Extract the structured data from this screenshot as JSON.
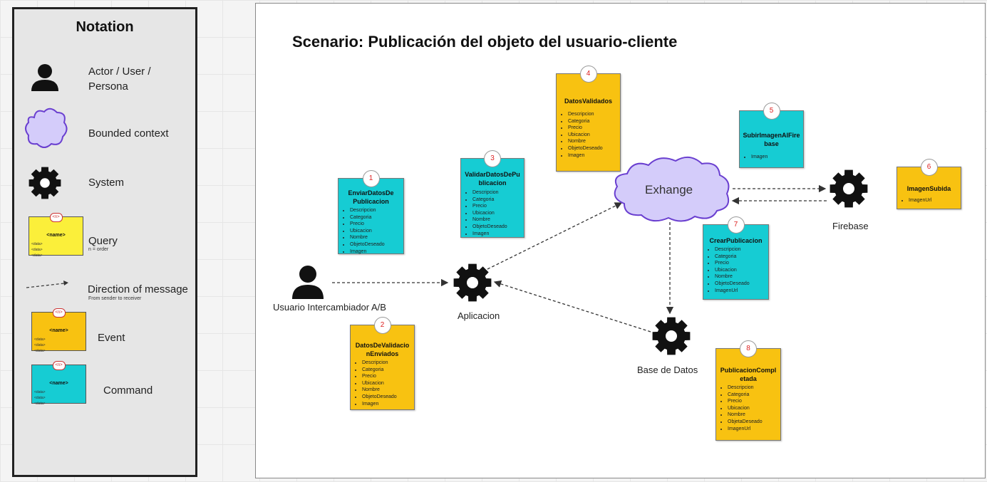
{
  "notation": {
    "title": "Notation",
    "actor_label": "Actor / User /\nPersona",
    "bounded_label": "Bounded context",
    "system_label": "System",
    "query_label": "Query",
    "query_sub": "n = order",
    "direction_label": "Direction of message",
    "direction_sub": "From sender to receiver",
    "event_label": "Event",
    "command_label": "Command",
    "mini_n": "<n>",
    "mini_name": "<name>",
    "mini_data": "<data>",
    "colors": {
      "query": "#fbef3a",
      "event": "#f8c211",
      "command": "#16ccd3",
      "cloud": "#d4ccfa"
    }
  },
  "scenario": {
    "title": "Scenario: Publicación del objeto del usuario-cliente",
    "actor_label": "Usuario Intercambiador A/B",
    "aplicacion_label": "Aplicacion",
    "exhange_label": "Exhange",
    "firebase_label": "Firebase",
    "basedatos_label": "Base de Datos",
    "stickies": [
      {
        "n": "1",
        "name": "EnviarDatosDe\nPublicacion",
        "kind": "command",
        "items": [
          "Descripcion",
          "Categoria",
          "Precio",
          "Ubicacion",
          "Nombre",
          "ObjetoDeseado",
          "Imagen"
        ]
      },
      {
        "n": "2",
        "name": "DatosDeValidacio\nnEnviados",
        "kind": "event",
        "items": [
          "Descripcion",
          "Categoria",
          "Precio",
          "Ubicacion",
          "Nombre",
          "ObjetoDeseado",
          "Imagen"
        ]
      },
      {
        "n": "3",
        "name": "ValidarDatosDePu\nblicacion",
        "kind": "command",
        "items": [
          "Descripcion",
          "Categoria",
          "Precio",
          "Ubicacion",
          "Nombre",
          "ObjetoDeseado",
          "Imagen"
        ]
      },
      {
        "n": "4",
        "name": "DatosValidados",
        "kind": "event",
        "items": [
          "Descripcion",
          "Categoria",
          "Precio",
          "Ubicacion",
          "Nombre",
          "ObjetoDeseado",
          "Imagen"
        ]
      },
      {
        "n": "5",
        "name": "SubirImagenAlFire\nbase",
        "kind": "command",
        "items": [
          "Imagen"
        ]
      },
      {
        "n": "6",
        "name": "ImagenSubida",
        "kind": "event",
        "items": [
          "ImagenUrl"
        ]
      },
      {
        "n": "7",
        "name": "CrearPublicacion",
        "kind": "command",
        "items": [
          "Descripcion",
          "Categoria",
          "Precio",
          "Ubicacion",
          "Nombre",
          "ObjetoDeseado",
          "ImagenUrl"
        ]
      },
      {
        "n": "8",
        "name": "PublicacionCompl\netada",
        "kind": "event",
        "items": [
          "Descripcion",
          "Categoria",
          "Precio",
          "Ubicacion",
          "Nombre",
          "ObjetaDeseado",
          "ImagenUrl"
        ]
      }
    ]
  }
}
